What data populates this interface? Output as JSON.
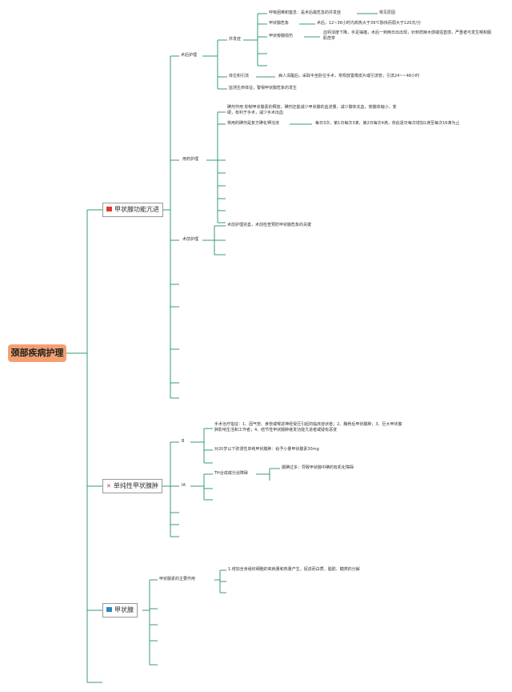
{
  "root": {
    "label": "颈部疾病护理"
  },
  "categories": [
    {
      "label": "甲状腺功能亢进",
      "icon": "red-flag-icon",
      "color": "#e0392b"
    },
    {
      "label": "单纯性甲状腺肿",
      "icon": "pin-icon",
      "color": "#c0392b"
    },
    {
      "label": "甲状腺",
      "icon": "blue-flag-icon",
      "color": "#2e86c1"
    }
  ],
  "hyper": {
    "postop": "术后护理",
    "complications": "并发症",
    "c1": "呼吸困难和窒息：是术后最危急的并发症",
    "c1_note": "常见原因",
    "c2": "甲状腺危象",
    "c2_note": "术后，12~36小时内高热大于39℃脉快而弱大于120次/分",
    "c3": "甲状旁腺损伤",
    "c3_note": "血钙浓度下降，手足抽搐，术后一到两日出出现，针刺样麻木感或强直感，严重者可发生喉和膈肌痉挛",
    "drain": "体位和引流",
    "drain_note": "病人清醒后，采取半坐卧位手术，常规放置橡皮片或引流管，引流24~~48小时",
    "vitals": "监测生命体征，警惕甲状腺危象的发生",
    "med": "用药护理",
    "m1": "碘剂作用 抑制甲状腺素的释放，碘剂还能减少甲状腺的血流量，减少腺体充血，使腺体缩小，变硬，有利于手术，减少手术出血",
    "m2": "常用的碘剂是复方碘化钾溶液",
    "m2_note": "每日3次，第1日每次3滴，第2日每次4滴，依此逐日每次增加1滴至每次16滴为止",
    "preop": "术前护理",
    "p1": "术前护理完善，术前检查预防甲状腺危象的关键"
  },
  "simple": {
    "a": "B",
    "a1": "手术治疗指征：1、因气管、食管或喉返神经受压引起的临床症状者；2、胸骨后甲状腺肿；3、巨大甲状腺肿影响生活和工作者；4、结节性甲状腺肿继发功能亢进者或疑有恶变",
    "a2": "对20岁以下弥漫性单纯甲状腺肿：给予小量甲状腺素30mg",
    "b": "IA",
    "b1": "TH合成或分泌障碍",
    "b1_note": "摄碘过多：导致甲状腺中碘的有机化障碍"
  },
  "thyroid": {
    "role": "甲状腺素的主要作用",
    "r1": "1.增加全身组织细胞的氧耗量和热量产生，促进而白质、脂肪、糖类的分解"
  }
}
